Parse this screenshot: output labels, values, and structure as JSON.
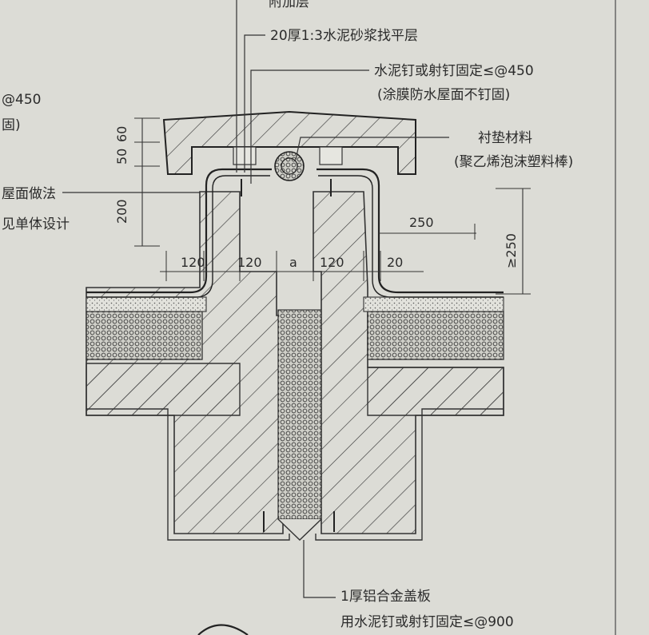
{
  "labels": {
    "top_cut": "附加层",
    "mortar": "20厚1:3水泥砂浆找平层",
    "nail_1": "水泥钉或射钉固定≤@450",
    "nail_2": "(涂膜防水屋面不钉固)",
    "backing_1": "衬垫材料",
    "backing_2": "(聚乙烯泡沫塑料棒)",
    "left_nail": "@450",
    "left_paren": "固)",
    "roof_1": "屋面做法",
    "roof_2": "见单体设计",
    "cover_1": "1厚铝合金盖板",
    "cover_2": "用水泥钉或射钉固定≤@900"
  },
  "dims": {
    "d50": "50",
    "d60": "60",
    "d200": "200",
    "d250_h": "250",
    "d250_v": "≥250",
    "d120_a": "120",
    "d120_b": "120",
    "d_a": "a",
    "d120_c": "120",
    "d20": "20"
  }
}
